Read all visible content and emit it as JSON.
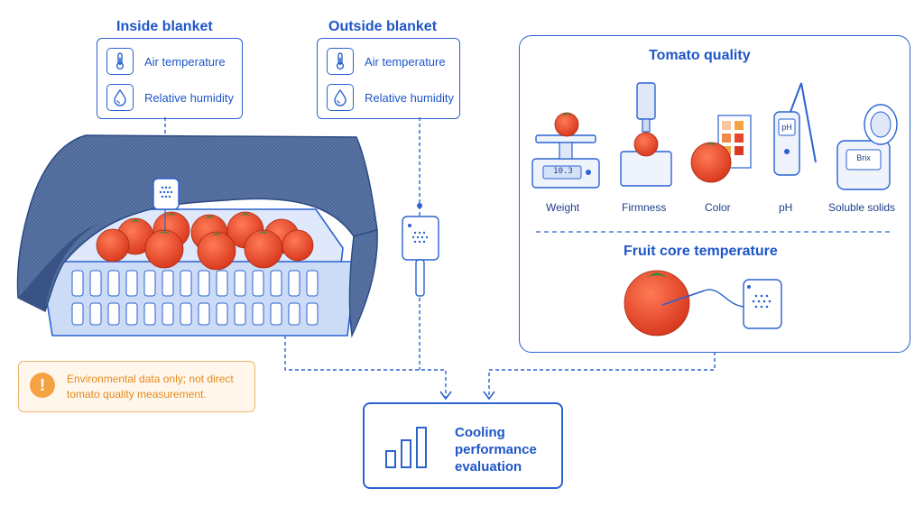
{
  "inside": {
    "title": "Inside blanket",
    "items": [
      {
        "label": "Air temperature",
        "icon": "thermometer-icon"
      },
      {
        "label": "Relative humidity",
        "icon": "water-drop-icon"
      }
    ]
  },
  "outside": {
    "title": "Outside blanket",
    "items": [
      {
        "label": "Air temperature",
        "icon": "thermometer-icon"
      },
      {
        "label": "Relative humidity",
        "icon": "water-drop-icon"
      }
    ]
  },
  "quality": {
    "title": "Tomato quality",
    "items": [
      {
        "label": "Weight",
        "icon": "scale-icon"
      },
      {
        "label": "Firmness",
        "icon": "firmness-tester-icon"
      },
      {
        "label": "Color",
        "icon": "color-chart-icon"
      },
      {
        "label": "pH",
        "icon": "ph-meter-icon"
      },
      {
        "label": "Soluble solids",
        "icon": "refractometer-icon"
      }
    ],
    "scale_readout": "10.3",
    "ph_screen": "pH",
    "brix_screen": "Brix",
    "core_title": "Fruit core temperature"
  },
  "warning": {
    "text": "Environmental data only; not direct tomato quality measurement.",
    "icon": "exclamation-icon"
  },
  "evaluation": {
    "label": "Cooling performance evaluation",
    "line1": "Cooling",
    "line2": "performance",
    "line3": "evaluation",
    "icon": "bar-chart-icon"
  },
  "colors": {
    "accent": "#2a62d0",
    "warning": "#f5a243",
    "tomato": "#e8462a"
  }
}
